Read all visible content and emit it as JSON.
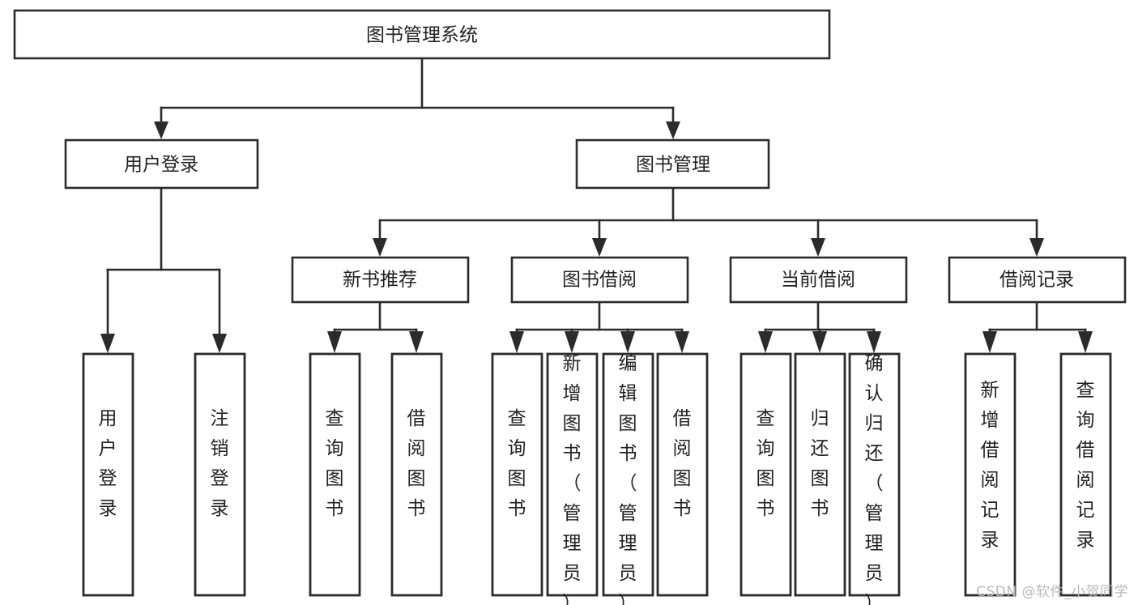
{
  "diagram": {
    "type": "tree",
    "title": "图书管理系统",
    "watermark": "CSDN @软件_小贺同学",
    "colors": {
      "stroke": "#2b2b2b",
      "fill": "#ffffff",
      "text": "#222222",
      "watermark": "#b9b9b9",
      "background": "#ffffff"
    },
    "root": {
      "label": "图书管理系统",
      "orientation": "horizontal"
    },
    "level2": [
      {
        "label": "用户登录",
        "orientation": "horizontal"
      },
      {
        "label": "图书管理",
        "orientation": "horizontal"
      }
    ],
    "level3": [
      {
        "label": "新书推荐",
        "orientation": "horizontal",
        "parent": "图书管理"
      },
      {
        "label": "图书借阅",
        "orientation": "horizontal",
        "parent": "图书管理"
      },
      {
        "label": "当前借阅",
        "orientation": "horizontal",
        "parent": "图书管理"
      },
      {
        "label": "借阅记录",
        "orientation": "horizontal",
        "parent": "图书管理"
      }
    ],
    "leaves": {
      "用户登录": [
        {
          "label": "用户登录",
          "orientation": "vertical"
        },
        {
          "label": "注销登录",
          "orientation": "vertical"
        }
      ],
      "新书推荐": [
        {
          "label": "查询图书",
          "orientation": "vertical"
        },
        {
          "label": "借阅图书",
          "orientation": "vertical"
        }
      ],
      "图书借阅": [
        {
          "label": "查询图书",
          "orientation": "vertical"
        },
        {
          "label": "新增图书（管理员）",
          "orientation": "vertical"
        },
        {
          "label": "编辑图书（管理员）",
          "orientation": "vertical"
        },
        {
          "label": "借阅图书",
          "orientation": "vertical"
        }
      ],
      "当前借阅": [
        {
          "label": "查询图书",
          "orientation": "vertical"
        },
        {
          "label": "归还图书",
          "orientation": "vertical"
        },
        {
          "label": "确认归还（管理员）",
          "orientation": "vertical"
        }
      ],
      "借阅记录": [
        {
          "label": "新增借阅记录",
          "orientation": "vertical"
        },
        {
          "label": "查询借阅记录",
          "orientation": "vertical"
        }
      ]
    }
  }
}
